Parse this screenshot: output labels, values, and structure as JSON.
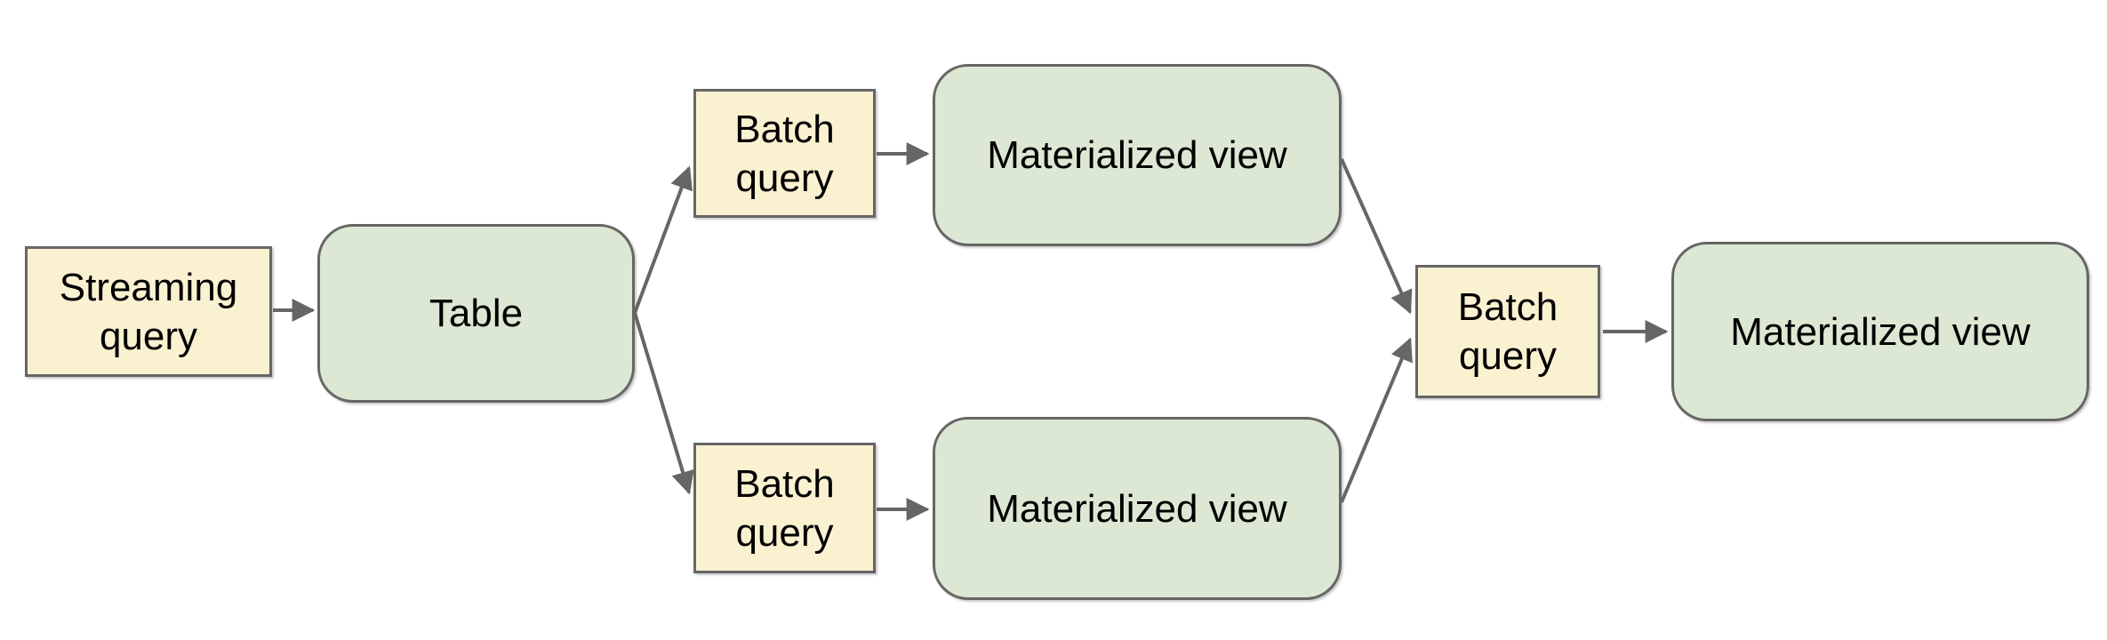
{
  "diagram": {
    "type": "flowchart",
    "nodes": {
      "streaming_query": {
        "label": "Streaming query",
        "shape": "rectangle",
        "fill": "#faf1d1"
      },
      "table": {
        "label": "Table",
        "shape": "rounded-rectangle",
        "fill": "#dce8d3"
      },
      "batch_query_top": {
        "label": "Batch query",
        "shape": "rectangle",
        "fill": "#faf1d1"
      },
      "materialized_view_top": {
        "label": "Materialized view",
        "shape": "rounded-rectangle",
        "fill": "#dce8d3"
      },
      "batch_query_bottom": {
        "label": "Batch query",
        "shape": "rectangle",
        "fill": "#faf1d1"
      },
      "materialized_view_bottom": {
        "label": "Materialized view",
        "shape": "rounded-rectangle",
        "fill": "#dce8d3"
      },
      "batch_query_right": {
        "label": "Batch query",
        "shape": "rectangle",
        "fill": "#faf1d1"
      },
      "materialized_view_right": {
        "label": "Materialized view",
        "shape": "rounded-rectangle",
        "fill": "#dce8d3"
      }
    },
    "edges": [
      {
        "from": "streaming_query",
        "to": "table"
      },
      {
        "from": "table",
        "to": "batch_query_top"
      },
      {
        "from": "table",
        "to": "batch_query_bottom"
      },
      {
        "from": "batch_query_top",
        "to": "materialized_view_top"
      },
      {
        "from": "batch_query_bottom",
        "to": "materialized_view_bottom"
      },
      {
        "from": "materialized_view_top",
        "to": "batch_query_right"
      },
      {
        "from": "materialized_view_bottom",
        "to": "batch_query_right"
      },
      {
        "from": "batch_query_right",
        "to": "materialized_view_right"
      }
    ],
    "colors": {
      "query_fill": "#faf1d1",
      "store_fill": "#dce8d3",
      "border": "#666666",
      "connector": "#666666",
      "text": "#000000",
      "background": "#ffffff"
    }
  }
}
